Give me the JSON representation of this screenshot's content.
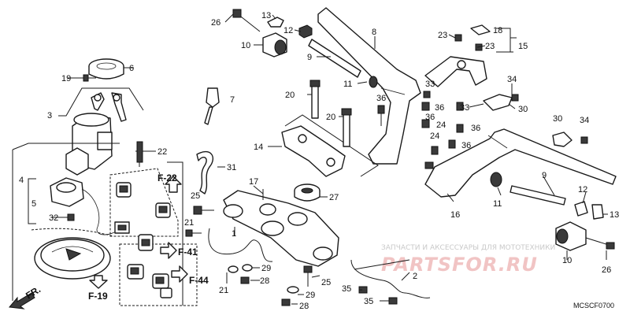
{
  "diagram_code": "MCSCF0700",
  "watermark": {
    "line1": "ЗАПЧАСТИ И АКСЕССУАРЫ ДЛЯ МОТОТЕХНИКИ",
    "line2": "PARTSFOR.RU"
  },
  "front_label": "FR.",
  "refs": {
    "f22": "F-22",
    "f41": "F-41",
    "f44": "F-44",
    "f19": "F-19"
  },
  "callouts": {
    "c26a": "26",
    "c13a": "13",
    "c12a": "12",
    "c10a": "10",
    "c9a": "9",
    "c8": "8",
    "c11a": "11",
    "c23a": "23",
    "c18": "18",
    "c23b": "23",
    "c15": "15",
    "c33a": "33",
    "c34a": "34",
    "c36a": "36",
    "c33b": "33",
    "c30a": "30",
    "c6": "6",
    "c19": "19",
    "c3": "3",
    "c7": "7",
    "c20a": "20",
    "c20b": "20",
    "c36b": "36",
    "c36c": "36",
    "c24a": "24",
    "c24b": "24",
    "c36d": "36",
    "c30b": "30",
    "c34b": "34",
    "c14": "14",
    "c22": "22",
    "c31": "31",
    "c4": "4",
    "c5": "5",
    "c32": "32",
    "c25a": "25",
    "c21a": "21",
    "c17": "17",
    "c27": "27",
    "c1": "1",
    "c16": "16",
    "c11b": "11",
    "c9b": "9",
    "c12b": "12",
    "c13b": "13",
    "c10b": "10",
    "c26b": "26",
    "c29a": "29",
    "c28a": "28",
    "c21b": "21",
    "c25b": "25",
    "c2": "2",
    "c35a": "35",
    "c35b": "35",
    "c29b": "29",
    "c28b": "28"
  }
}
